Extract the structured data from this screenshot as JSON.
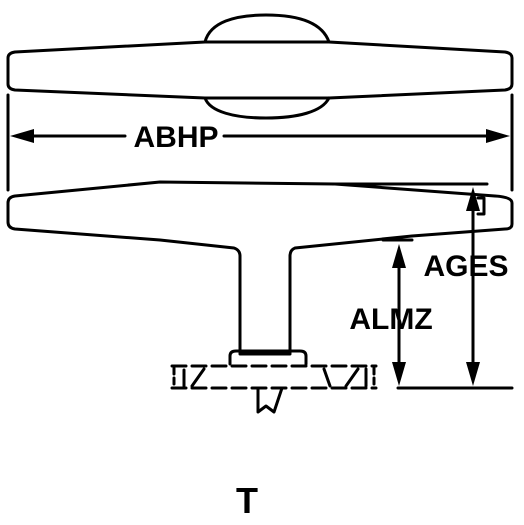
{
  "diagram": {
    "dimensions": {
      "abhp": "ABHP",
      "ages": "AGES",
      "almz": "ALMZ"
    },
    "caption": "T"
  },
  "colors": {
    "ink": "#000000",
    "paper": "#ffffff"
  }
}
